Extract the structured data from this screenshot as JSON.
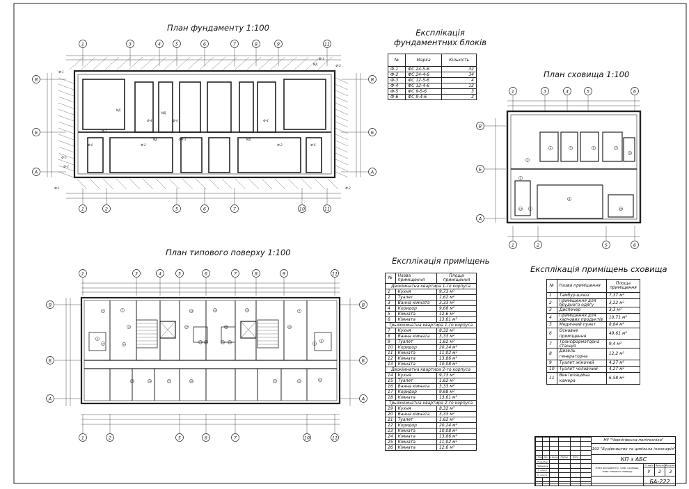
{
  "titles": {
    "foundation_plan": "План фундаменту 1:100",
    "foundation_spec": "Експлікація фундаментних блоків",
    "shelter_plan": "План сховища 1:100",
    "typical_floor": "План типового поверху 1:100",
    "rooms_spec": "Експлікація приміщень",
    "shelter_spec": "Експлікація приміщень сховища"
  },
  "axes": {
    "foundation_top": [
      "1",
      "3",
      "4",
      "5",
      "6",
      "7",
      "8",
      "9",
      "11"
    ],
    "foundation_bottom": [
      "1",
      "2",
      "5",
      "6",
      "7",
      "10",
      "11"
    ],
    "foundation_rows": [
      "В",
      "Б",
      "А"
    ],
    "shelter_top": [
      "1",
      "3",
      "4",
      "5",
      "6"
    ],
    "shelter_bottom": [
      "1",
      "2",
      "5",
      "6"
    ],
    "shelter_rows": [
      "В",
      "Б",
      "А"
    ],
    "floor_top": [
      "1",
      "3",
      "4",
      "5",
      "6",
      "7",
      "8",
      "9",
      "11"
    ],
    "floor_bottom": [
      "1",
      "2",
      "5",
      "6",
      "7",
      "10",
      "11"
    ],
    "floor_rows": [
      "В",
      "Б",
      "А"
    ]
  },
  "foundation_spec": {
    "headers": [
      "№",
      "Марка",
      "Кількість"
    ],
    "rows": [
      [
        "Ф-1",
        "ФС 24-5-6",
        "32"
      ],
      [
        "Ф-2",
        "ФС 24-4-6",
        "34"
      ],
      [
        "Ф-3",
        "ФС 12-5-6",
        "4"
      ],
      [
        "Ф-4",
        "ФС 12-4-6",
        "12"
      ],
      [
        "Ф-5",
        "ФС 9-5-6",
        "3"
      ],
      [
        "Ф-6",
        "ФС 9-4-6",
        "2"
      ]
    ]
  },
  "rooms_spec": {
    "headers": [
      "№",
      "Назва приміщення",
      "Площа приміщення"
    ],
    "groups": [
      {
        "title": "Двокімнатна квартира 1-го корпуса",
        "rows": [
          [
            "1",
            "Кухня",
            "9,73 м²"
          ],
          [
            "2",
            "Туалет",
            "1,62 м²"
          ],
          [
            "3",
            "Ванна кімната",
            "3,33 м²"
          ],
          [
            "4",
            "Коридор",
            "9,68 м²"
          ],
          [
            "5",
            "Кімната",
            "12,6 м²"
          ],
          [
            "6",
            "Кімната",
            "13,61 м²"
          ]
        ]
      },
      {
        "title": "Трьохкімнатна квартира 1-го корпуса",
        "rows": [
          [
            "7",
            "Кухня",
            "8,32 м²"
          ],
          [
            "8",
            "Ванна кімната",
            "3,33 м²"
          ],
          [
            "9",
            "Туалет",
            "1,62 м²"
          ],
          [
            "10",
            "Коридор",
            "20,24 м²"
          ],
          [
            "11",
            "Кімната",
            "11,02 м²"
          ],
          [
            "12",
            "Кімната",
            "13,86 м²"
          ],
          [
            "13",
            "Кімната",
            "10,08 м²"
          ]
        ]
      },
      {
        "title": "Двокімнатна квартира 2-го корпуса",
        "rows": [
          [
            "14",
            "Кухня",
            "9,73 м²"
          ],
          [
            "15",
            "Туалет",
            "1,62 м²"
          ],
          [
            "16",
            "Ванна кімната",
            "3,33 м²"
          ],
          [
            "17",
            "Коридор",
            "9,68 м²"
          ],
          [
            "18",
            "Кімната",
            "13,61 м²"
          ]
        ]
      },
      {
        "title": "Трьохкімнатна квартира 2-го корпуса",
        "rows": [
          [
            "19",
            "Кухня",
            "8,32 м²"
          ],
          [
            "20",
            "Ванна кімната",
            "3,33 м²"
          ],
          [
            "21",
            "Туалет",
            "1,62 м²"
          ],
          [
            "22",
            "Коридор",
            "20,24 м²"
          ],
          [
            "23",
            "Кімната",
            "10,08 м²"
          ],
          [
            "24",
            "Кімната",
            "13,86 м²"
          ],
          [
            "25",
            "Кімната",
            "11,02 м²"
          ],
          [
            "26",
            "Кімната",
            "12,6 м²"
          ]
        ]
      }
    ]
  },
  "shelter_spec": {
    "headers": [
      "№",
      "Назва приміщення",
      "Площа приміщення"
    ],
    "rows": [
      [
        "1",
        "Тамбур-шлюз",
        "7,37 м²"
      ],
      [
        "2",
        "Приміщення для брудного одягу",
        "3,22 м²"
      ],
      [
        "3",
        "Диспечер",
        "3,3 м²"
      ],
      [
        "4",
        "Приміщення для харчових продуктів",
        "10,71 м²"
      ],
      [
        "5",
        "Медичний пункт",
        "8,84 м²"
      ],
      [
        "6",
        "Основне приміщення",
        "49,61 м²"
      ],
      [
        "7",
        "Трансформаторна станція",
        "9,4 м²"
      ],
      [
        "8",
        "Дизель генераторна",
        "12,2 м²"
      ],
      [
        "9",
        "Туалет жіночий",
        "4,27 м²"
      ],
      [
        "10",
        "Туалет чоловічий",
        "4,27 м²"
      ],
      [
        "11",
        "Вентиляційна камера",
        "6,58 м²"
      ]
    ]
  },
  "stamp": {
    "org": "НУ \"Чернігівська політехніка\"",
    "program": "192 \"Будівництво та цивільна інженерія\"",
    "project": "КП з АБС",
    "code": "БА-222",
    "sheet_desc": "План фундаменту, план сховища, план типового поверху",
    "stage_h": "Стадія",
    "sheet_h": "Аркуш",
    "sheets_h": "Аркушів",
    "stage": "У",
    "sheet": "2",
    "sheets": "3",
    "left_rows": [
      "Зм. Кільк.",
      "Арк.",
      "№ докум.",
      "Підпис",
      "Дата"
    ],
    "people": [
      "Розробив",
      "Перевірив",
      "Т. контр.",
      "Н. контр."
    ]
  }
}
